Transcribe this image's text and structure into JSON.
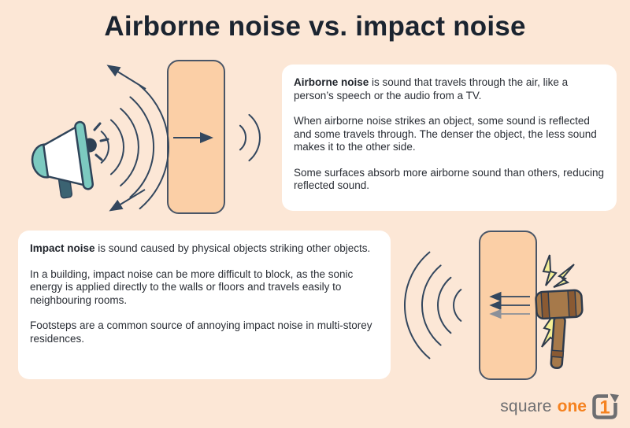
{
  "title": "Airborne noise vs. impact noise",
  "cards": {
    "airborne": {
      "term": "Airborne noise",
      "p1_rest": " is sound that travels through the air, like a person’s speech or the audio from a TV.",
      "p2": "When airborne noise strikes an object, some sound is reflected and some travels through. The denser the object, the less sound makes it to the other side.",
      "p3": "Some surfaces absorb more airborne sound than others, reducing reflected sound."
    },
    "impact": {
      "term": "Impact noise",
      "p1_rest": " is sound caused by physical objects striking other objects.",
      "p2": "In a building, impact noise can be more difficult to block, as the sonic energy is applied directly to the walls or floors and travels easily to neighbouring rooms.",
      "p3": "Footsteps are a common source of annoying impact noise in multi-storey residences."
    }
  },
  "logo": {
    "word1": "square",
    "word2": "one",
    "icon": "square-one-logo-mark",
    "digit": "1"
  },
  "illustrations": {
    "airborne": "megaphone emitting sound waves toward a wall; one arrow passes through the wall, small waves continue on the far side, two arrows reflect back up-left and down-left",
    "impact": "wooden mallet striking the right side of a wall with yellow impact sparks; three arrows travel left through the wall and sound waves radiate from the far side"
  },
  "colors": {
    "background": "#fce7d6",
    "card_background": "#ffffff",
    "title_text": "#1b2430",
    "body_text": "#2a2e35",
    "wall_fill": "#fbcfa6",
    "wall_stroke": "#4a5667",
    "line_navy": "#33475e",
    "gray_arrow": "#8b9099",
    "megaphone_teal": "#7ccac0",
    "megaphone_handle": "#3b6372",
    "megaphone_knob": "#2e4053",
    "hammer_brown": "#a6794a",
    "hammer_brown_dark": "#8a5a33",
    "flash_yellow": "#f6f096",
    "logo_gray": "#6d6e71",
    "logo_orange": "#f58220"
  }
}
